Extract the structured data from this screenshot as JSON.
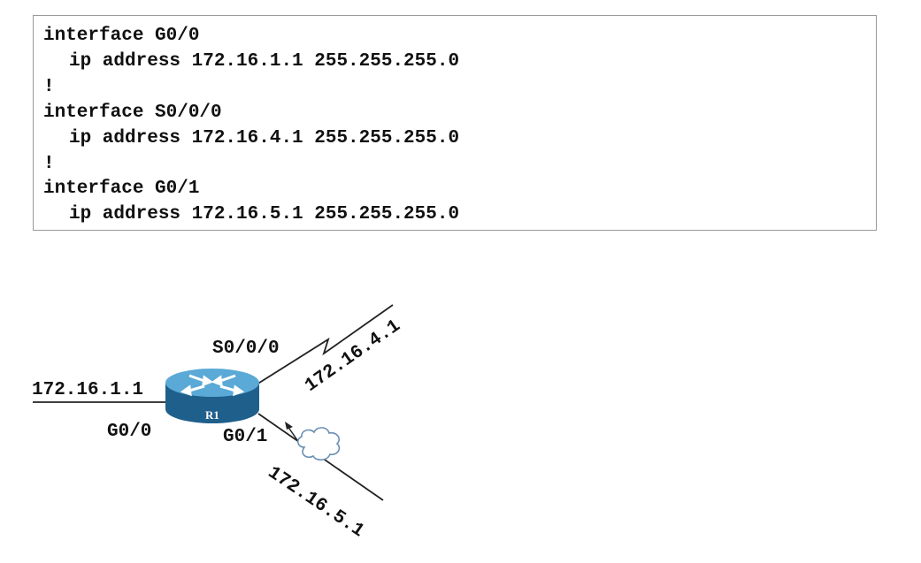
{
  "config": {
    "lines": [
      {
        "text": "interface G0/0",
        "indent": false
      },
      {
        "text": "ip address 172.16.1.1 255.255.255.0",
        "indent": true
      },
      {
        "text": "!",
        "indent": false
      },
      {
        "text": "interface S0/0/0",
        "indent": false
      },
      {
        "text": "ip address 172.16.4.1 255.255.255.0",
        "indent": true
      },
      {
        "text": "!",
        "indent": false
      },
      {
        "text": "interface G0/1",
        "indent": false
      },
      {
        "text": "ip address 172.16.5.1 255.255.255.0",
        "indent": true
      }
    ]
  },
  "diagram": {
    "router_label": "R1",
    "router_color": "#2f7fb0",
    "interfaces": {
      "g0_0": {
        "name": "G0/0",
        "ip": "172.16.1.1"
      },
      "s0_0_0": {
        "name": "S0/0/0",
        "ip": "172.16.4.1"
      },
      "g0_1": {
        "name": "G0/1",
        "ip": "172.16.5.1"
      }
    }
  }
}
